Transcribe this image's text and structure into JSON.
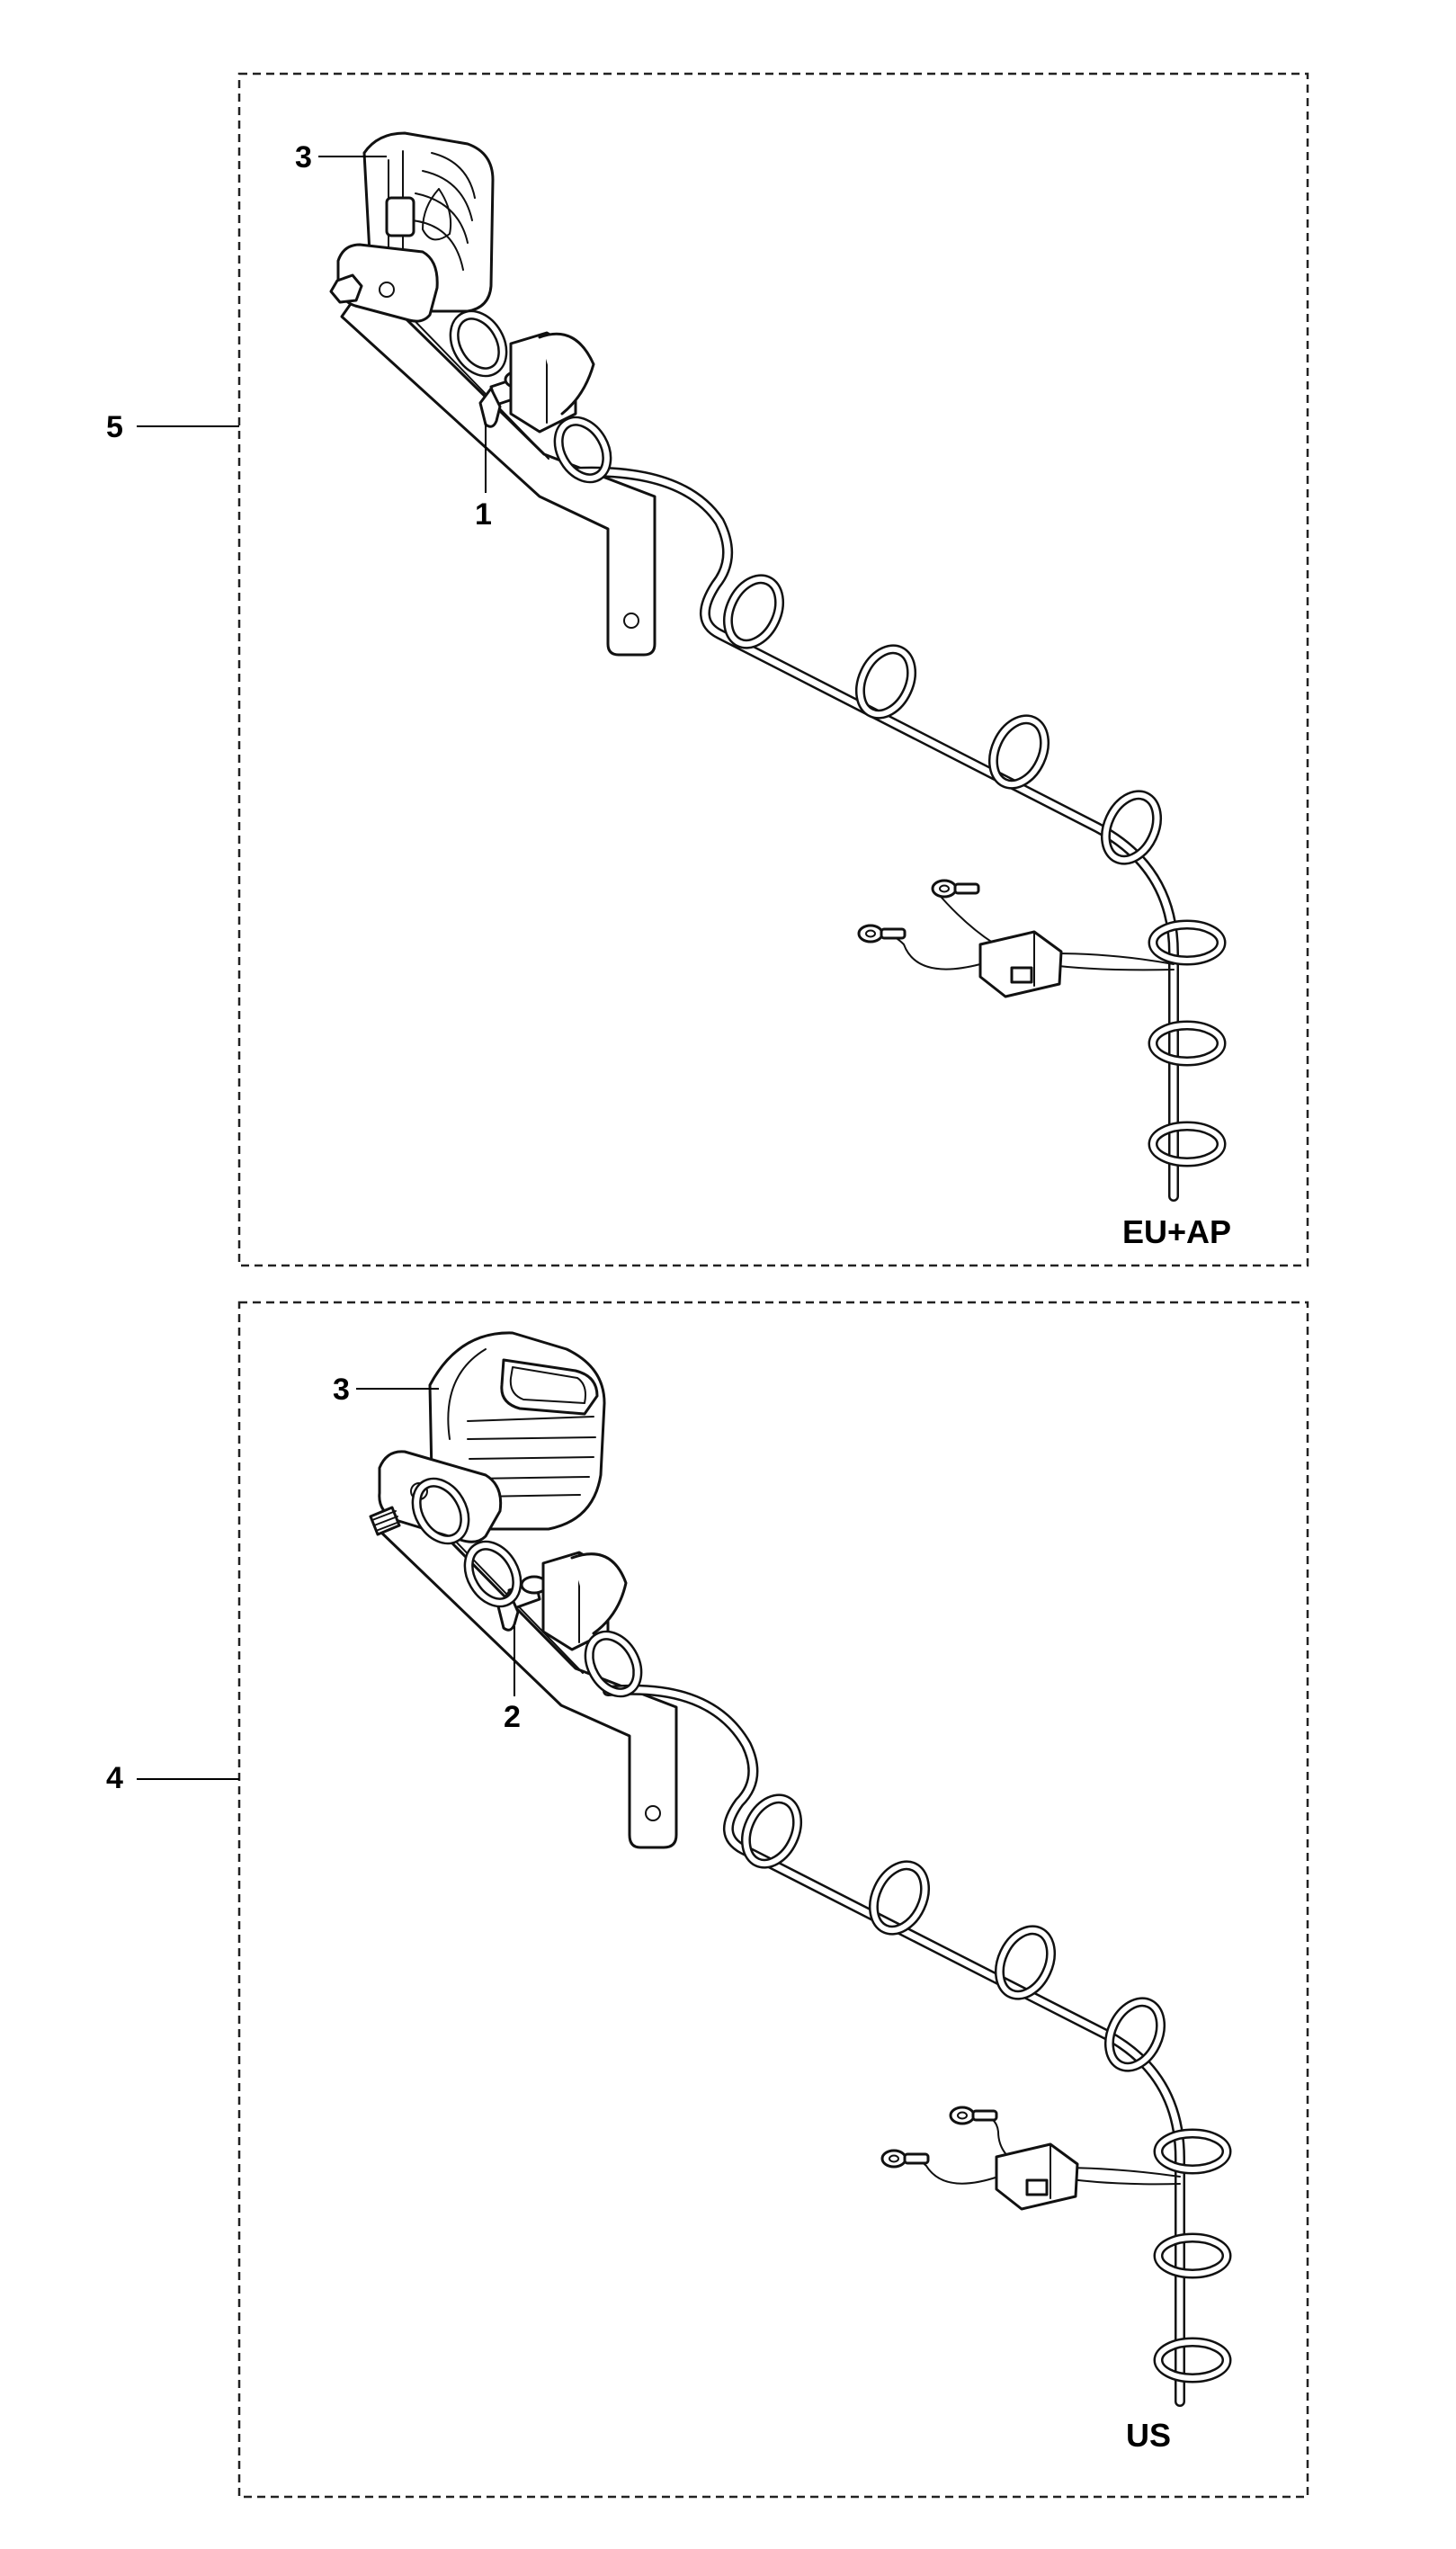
{
  "frames": [
    {
      "id": "eu-ap",
      "region": "EU+AP",
      "assembly_callout": "5",
      "callouts": {
        "lamp": "3",
        "bolt": "1"
      }
    },
    {
      "id": "us",
      "region": "US",
      "assembly_callout": "4",
      "callouts": {
        "lamp": "3",
        "bolt": "2"
      }
    }
  ],
  "parts": {
    "lamp_icon": "work-lamp-icon",
    "bracket_icon": "mounting-bracket-icon",
    "cable_icon": "coiled-cable-icon",
    "connector_icon": "connector-plug-icon",
    "terminal_icon": "ring-terminal-icon"
  },
  "colors": {
    "line": "#111111",
    "background": "#ffffff"
  }
}
